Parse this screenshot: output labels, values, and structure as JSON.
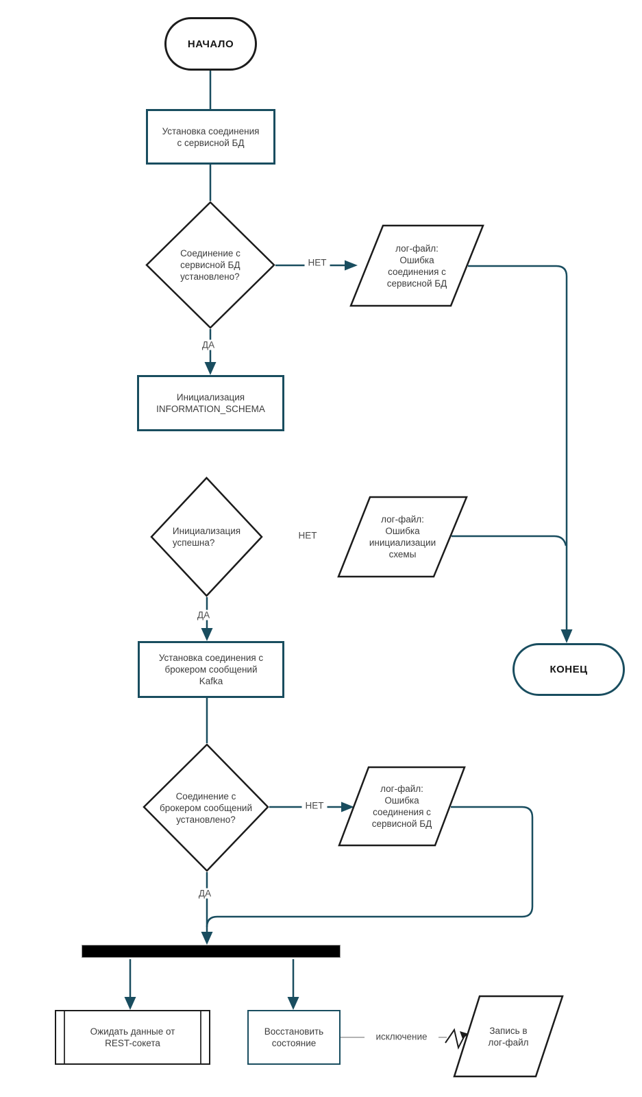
{
  "diagram_title": "Flowchart: service startup (Russian)",
  "colors": {
    "connector": "#194d5f",
    "shape_outline_dark": "#1c1c1c",
    "shape_outline_teal": "#194d5f",
    "node_text": "#3c3c3c",
    "edge_label_text": "#4a4a4a",
    "exception_line": "#9a9a9a",
    "fork_bar": "#000000"
  },
  "nodes": {
    "start": {
      "label": "НАЧАЛО"
    },
    "connect_db": {
      "lines": [
        "Установка соединения",
        "с сервисной БД"
      ]
    },
    "db_connected": {
      "lines": [
        "Соединение с",
        "сервисной БД",
        "установлено?"
      ]
    },
    "log_db_error": {
      "lines": [
        "лог-файл:",
        "Ошибка",
        "соединения с",
        "сервисной БД"
      ]
    },
    "init_schema": {
      "lines": [
        "Инициализация",
        "INFORMATION_SCHEMA"
      ]
    },
    "init_ok": {
      "lines": [
        "Инициализация",
        "успешна?"
      ]
    },
    "log_init_error": {
      "lines": [
        "лог-файл:",
        "Ошибка",
        "инициализации",
        "схемы"
      ]
    },
    "connect_kafka": {
      "lines": [
        "Установка соединения с",
        "брокером сообщений",
        "Kafka"
      ]
    },
    "kafka_connected": {
      "lines": [
        "Соединение с",
        "брокером сообщений",
        "установлено?"
      ]
    },
    "log_kafka_error": {
      "lines": [
        "лог-файл:",
        "Ошибка",
        "соединения с",
        "сервисной БД"
      ]
    },
    "end": {
      "label": "КОНЕЦ"
    },
    "wait_rest": {
      "lines": [
        "Ожидать данные от",
        "REST-сокета"
      ]
    },
    "restore_state": {
      "lines": [
        "Восстановить",
        "состояние"
      ]
    },
    "log_write": {
      "lines": [
        "Запись в",
        "лог-файл"
      ]
    }
  },
  "edge_labels": {
    "no1": "НЕТ",
    "yes1": "ДА",
    "no2": "НЕТ",
    "yes2": "ДА",
    "no3": "НЕТ",
    "yes3": "ДА",
    "exception": "исключение"
  }
}
